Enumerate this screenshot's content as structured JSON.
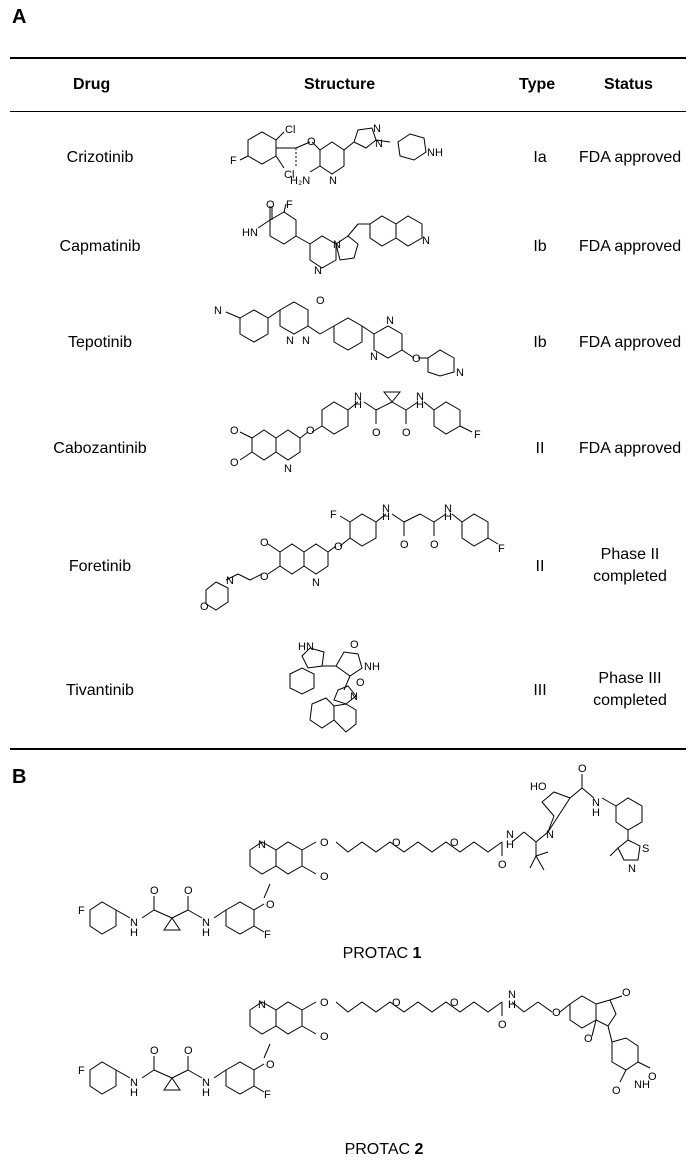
{
  "panel_a": {
    "letter": "A"
  },
  "panel_b": {
    "letter": "B"
  },
  "table": {
    "headers": {
      "drug": "Drug",
      "structure": "Structure",
      "type": "Type",
      "status": "Status"
    },
    "rows": [
      {
        "drug": "Crizotinib",
        "type": "Ia",
        "status": "FDA approved"
      },
      {
        "drug": "Capmatinib",
        "type": "Ib",
        "status": "FDA approved"
      },
      {
        "drug": "Tepotinib",
        "type": "Ib",
        "status": "FDA approved"
      },
      {
        "drug": "Cabozantinib",
        "type": "II",
        "status": "FDA approved"
      },
      {
        "drug": "Foretinib",
        "type": "II",
        "status_line1": "Phase II",
        "status_line2": "completed"
      },
      {
        "drug": "Tivantinib",
        "type": "III",
        "status_line1": "Phase III",
        "status_line2": "completed"
      }
    ]
  },
  "protacs": [
    {
      "prefix": "PROTAC ",
      "number": "1"
    },
    {
      "prefix": "PROTAC ",
      "number": "2"
    }
  ],
  "atom_labels": {
    "cl": "Cl",
    "f": "F",
    "o": "O",
    "n": "N",
    "nh": "NH",
    "h": "H",
    "hn": "HN",
    "h2n": "H₂N",
    "ho": "HO",
    "s": "S"
  }
}
